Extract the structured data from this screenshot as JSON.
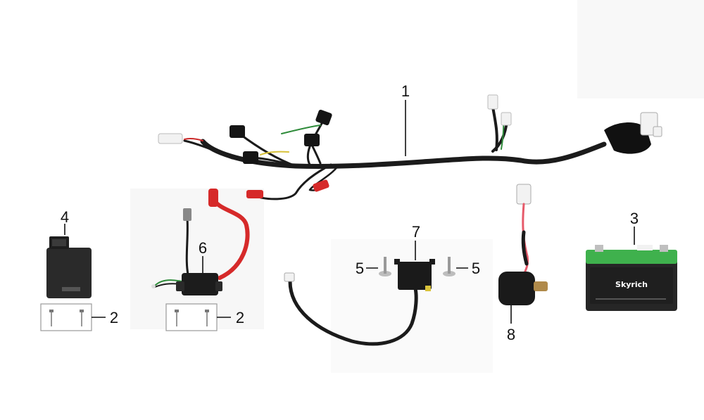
{
  "callouts": {
    "c1": "1",
    "c2a": "2",
    "c2b": "2",
    "c3": "3",
    "c4": "4",
    "c5a": "5",
    "c5b": "5",
    "c6": "6",
    "c7": "7",
    "c8": "8"
  },
  "battery": {
    "brand": "Skyrich"
  },
  "colors": {
    "harness": "#1b1b1b",
    "plug_red": "#d62a2a",
    "battery_lid": "#3fb14d",
    "battery_body": "#262626",
    "box_border": "#9a9a9a"
  },
  "icons": [
    "wiring-harness",
    "cdi-unit",
    "ignition-coil",
    "regulator-rectifier",
    "starter-relay",
    "battery",
    "screw"
  ]
}
